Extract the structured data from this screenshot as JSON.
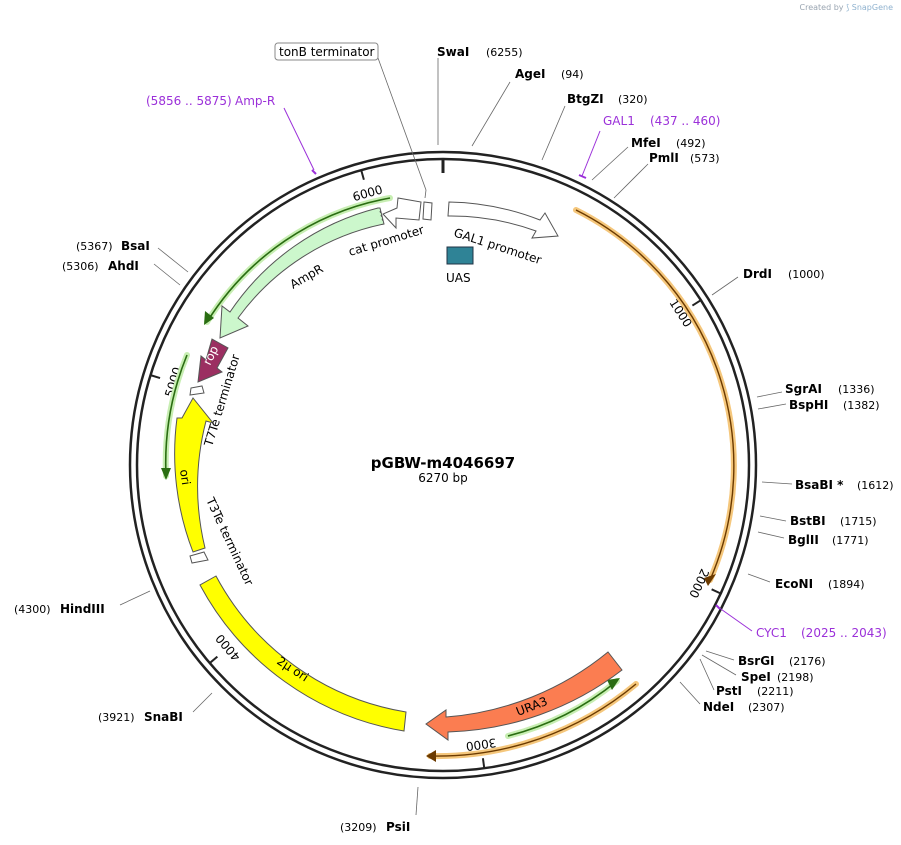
{
  "credit": {
    "prefix": "Created by",
    "brand": "SnapGene"
  },
  "plasmid": {
    "name": "pGBW-m4046697",
    "size_label": "6270 bp",
    "length": 6270
  },
  "colors": {
    "backbone": "#222222",
    "primer": "#9b30d9",
    "orange_strand": "#e49a26",
    "green_strand": "#3f8f1e",
    "AmpR": "#ccf7cc",
    "rop": "#9b2f61",
    "ori": "#ffff00",
    "ura3": "#fb7d51",
    "uas": "#2f8396",
    "promoter": "#ffffff"
  },
  "ticks": [
    {
      "pos": 0,
      "label": ""
    },
    {
      "pos": 1000,
      "label": "1000"
    },
    {
      "pos": 2000,
      "label": "2000"
    },
    {
      "pos": 3000,
      "label": "3000"
    },
    {
      "pos": 4000,
      "label": "4000"
    },
    {
      "pos": 5000,
      "label": "5000"
    },
    {
      "pos": 6000,
      "label": "6000"
    }
  ],
  "sites": [
    {
      "name": "SwaI",
      "pos_label": "(6255)",
      "pos": 6255,
      "side": "right"
    },
    {
      "name": "AgeI",
      "pos_label": "(94)",
      "pos": 94,
      "side": "right"
    },
    {
      "name": "BtgZI",
      "pos_label": "(320)",
      "pos": 320,
      "side": "right"
    },
    {
      "name": "MfeI",
      "pos_label": "(492)",
      "pos": 492,
      "side": "right"
    },
    {
      "name": "PmlI",
      "pos_label": "(573)",
      "pos": 573,
      "side": "right"
    },
    {
      "name": "DrdI",
      "pos_label": "(1000)",
      "pos": 1000,
      "side": "right"
    },
    {
      "name": "SgrAI",
      "pos_label": "(1336)",
      "pos": 1336,
      "side": "right"
    },
    {
      "name": "BspHI",
      "pos_label": "(1382)",
      "pos": 1382,
      "side": "right"
    },
    {
      "name": "BsaBI *",
      "pos_label": "(1612)",
      "pos": 1612,
      "side": "right"
    },
    {
      "name": "BstBI",
      "pos_label": "(1715)",
      "pos": 1715,
      "side": "right"
    },
    {
      "name": "BglII",
      "pos_label": "(1771)",
      "pos": 1771,
      "side": "right"
    },
    {
      "name": "EcoNI",
      "pos_label": "(1894)",
      "pos": 1894,
      "side": "right"
    },
    {
      "name": "BsrGI",
      "pos_label": "(2176)",
      "pos": 2176,
      "side": "right"
    },
    {
      "name": "SpeI",
      "pos_label": "(2198)",
      "pos": 2198,
      "side": "right"
    },
    {
      "name": "PstI",
      "pos_label": "(2211)",
      "pos": 2211,
      "side": "right"
    },
    {
      "name": "NdeI",
      "pos_label": "(2307)",
      "pos": 2307,
      "side": "right"
    },
    {
      "name": "PsiI",
      "pos_label": "(3209)",
      "pos": 3209,
      "side": "left"
    },
    {
      "name": "SnaBI",
      "pos_label": "(3921)",
      "pos": 3921,
      "side": "left"
    },
    {
      "name": "HindIII",
      "pos_label": "(4300)",
      "pos": 4300,
      "side": "left"
    },
    {
      "name": "AhdI",
      "pos_label": "(5306)",
      "pos": 5306,
      "side": "left"
    },
    {
      "name": "BsaI",
      "pos_label": "(5367)",
      "pos": 5367,
      "side": "left"
    }
  ],
  "primers": [
    {
      "name": "Amp-R",
      "range": "(5856 .. 5875)",
      "pos": 5865
    },
    {
      "name": "GAL1",
      "range": "(437 .. 460)",
      "pos": 448
    },
    {
      "name": "CYC1",
      "range": "(2025 .. 2043)",
      "pos": 2034
    }
  ],
  "features": [
    {
      "id": "tonB",
      "label": "tonB terminator",
      "boxed": true
    },
    {
      "id": "gal1_promoter",
      "label": "GAL1 promoter"
    },
    {
      "id": "uas",
      "label": "UAS"
    },
    {
      "id": "cat_promoter",
      "label": "cat promoter"
    },
    {
      "id": "ampr",
      "label": "AmpR"
    },
    {
      "id": "rop",
      "label": "rop"
    },
    {
      "id": "t7te",
      "label": "T7Te terminator"
    },
    {
      "id": "ori",
      "label": "ori"
    },
    {
      "id": "t3te",
      "label": "T3Te terminator"
    },
    {
      "id": "twomu",
      "label": "2μ ori"
    },
    {
      "id": "ura3",
      "label": "URA3"
    }
  ]
}
